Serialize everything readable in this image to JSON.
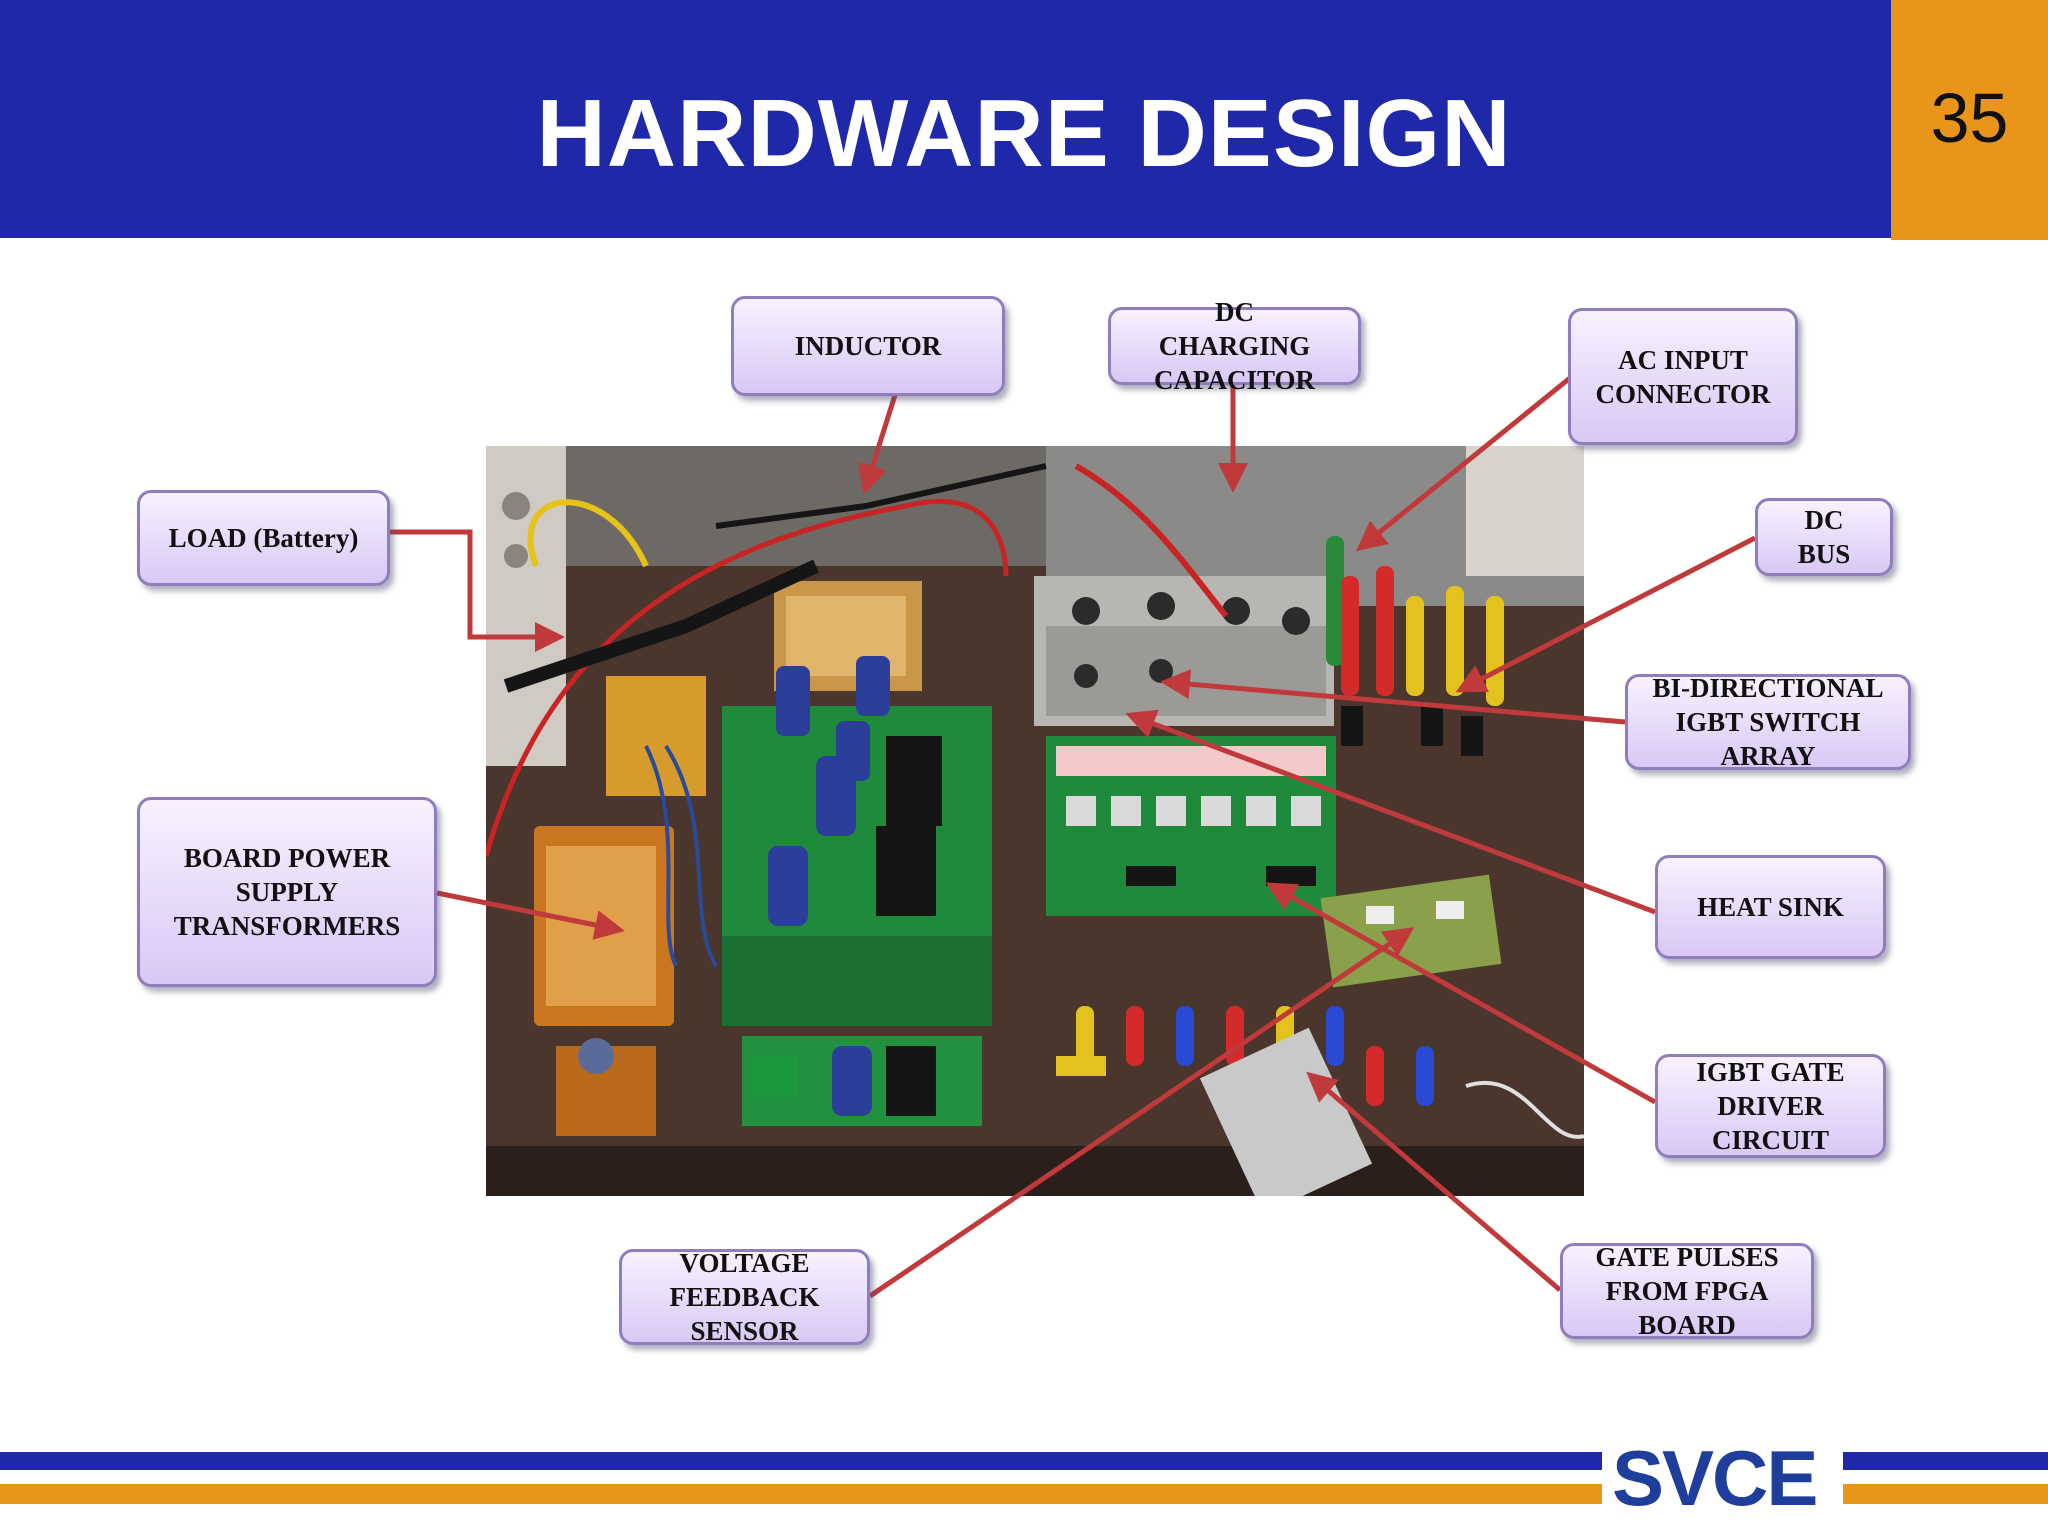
{
  "slide": {
    "title": "HARDWARE DESIGN",
    "page_number": "35"
  },
  "labels": {
    "inductor": "INDUCTOR",
    "dc_charging_capacitor": "DC CHARGING CAPACITOR",
    "ac_input_connector": "AC INPUT CONNECTOR",
    "load_battery": "LOAD (Battery)",
    "dc_bus": "DC BUS",
    "bidirectional_igbt": "BI-DIRECTIONAL IGBT SWITCH ARRAY",
    "board_power_supply": "BOARD POWER SUPPLY TRANSFORMERS",
    "heat_sink": "HEAT SINK",
    "igbt_gate_driver": "IGBT GATE DRIVER CIRCUIT",
    "voltage_feedback": "VOLTAGE FEEDBACK SENSOR",
    "gate_pulses": "GATE PULSES FROM FPGA BOARD"
  },
  "footer": {
    "logo_text": "SVCE"
  },
  "colors": {
    "header_blue": "#1f28a8",
    "page_orange": "#e8951a",
    "arrow_red": "#c0393b",
    "label_border": "#8f7dbd"
  }
}
